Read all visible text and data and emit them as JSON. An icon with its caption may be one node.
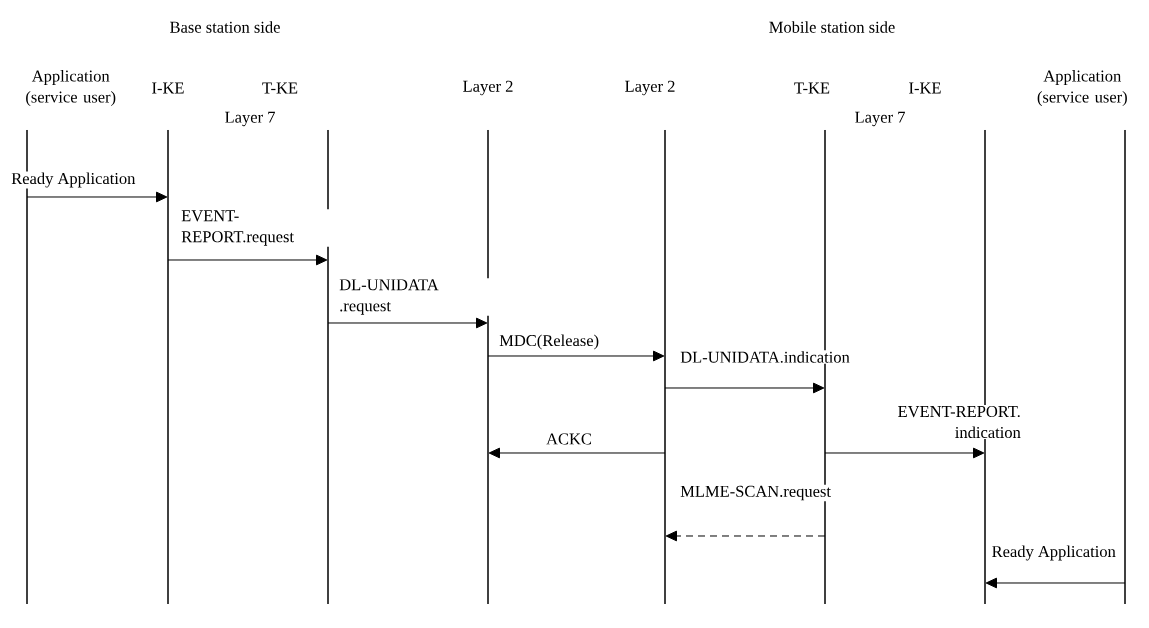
{
  "diagram": {
    "nodes": [
      {
        "text": [
          "Application (service user)"
        ]
      },
      {
        "text": [
          "I-KE"
        ]
      },
      {
        "text": [
          "T-KE"
        ]
      },
      {
        "text": [
          "Layer 2"
        ]
      },
      {
        "text": [
          "Layer 2"
        ]
      },
      {
        "text": [
          "T-KE"
        ]
      },
      {
        "text": [
          "I-KE"
        ]
      },
      {
        "text": [
          "Application (service user)"
        ]
      }
    ],
    "edges": [
      {
        "from": 0,
        "to": 1,
        "arrow": "to",
        "label": "Ready Application"
      },
      {
        "from": 1,
        "to": 2,
        "arrow": "to",
        "label": "EVENT- REPORT.request"
      },
      {
        "from": 2,
        "to": 3,
        "arrow": "to",
        "label": "DL-UNIDATA .request"
      },
      {
        "from": 3,
        "to": 4,
        "arrow": "to",
        "label": "MDC(Release)"
      },
      {
        "from": 4,
        "to": 5,
        "arrow": "to",
        "label": "DL-UNIDATA.indication"
      },
      {
        "from": 4,
        "to": 3,
        "arrow": "to",
        "label": "ACKC"
      },
      {
        "from": 5,
        "to": 6,
        "arrow": "to",
        "label": "EVENT-REPORT. indication"
      },
      {
        "from": 5,
        "to": 4,
        "arrow": "to",
        "label": "MLME-SCAN.request",
        "style": "dashed"
      },
      {
        "from": 7,
        "to": 6,
        "arrow": "to",
        "label": "Ready Application"
      }
    ],
    "labels": [
      "Base station side",
      "Mobile station side",
      "Layer 7",
      "Layer 7"
    ]
  }
}
